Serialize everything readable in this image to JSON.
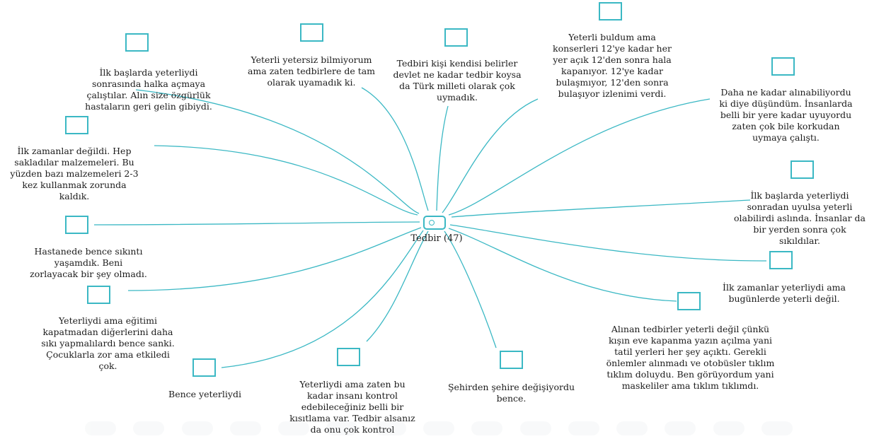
{
  "center": {
    "label": "Tedbir (47)",
    "icon": "tag-icon"
  },
  "colors": {
    "accent": "#3bb8c4",
    "text": "#1c1c1c"
  },
  "nodes": [
    {
      "id": "n1",
      "text": "İlk başlarda yeterliydi\nsonrasında halka açmaya\nçalıştılar. Alın size özgürlük\nhastaların geri gelin gibiydi."
    },
    {
      "id": "n2",
      "text": "Yeterli yetersiz bilmiyorum\nama zaten tedbirlere de tam\nolarak uyamadık ki."
    },
    {
      "id": "n3",
      "text": "Tedbiri kişi kendisi belirler\ndevlet ne kadar tedbir koysa\nda Türk milleti olarak çok\nuymadık."
    },
    {
      "id": "n4",
      "text": "Yeterli buldum ama\nkonserleri 12'ye kadar her\nyer açık 12'den sonra hala\nkapanıyor. 12'ye kadar\nbulaşmıyor, 12'den sonra\nbulaşıyor izlenimi verdi."
    },
    {
      "id": "n5",
      "text": "Daha ne kadar alınabiliyordu\nki diye düşündüm. İnsanlarda\nbelli bir yere kadar uyuyordu\nzaten çok bile korkudan\nuymaya çalıştı."
    },
    {
      "id": "n6",
      "text": "İlk zamanlar değildi. Hep\nsakladılar malzemeleri. Bu\nyüzden bazı malzemeleri 2-3\nkez kullanmak zorunda\nkaldık."
    },
    {
      "id": "n7",
      "text": "İlk başlarda yeterliydi\nsonradan uyulsa yeterli\nolabilirdi aslında. İnsanlar da\nbir yerden sonra çok\nsıkıldılar."
    },
    {
      "id": "n8",
      "text": "Hastanede bence sıkıntı\nyaşamdık. Beni\nzorlayacak bir şey olmadı."
    },
    {
      "id": "n9",
      "text": "İlk zamanlar yeterliydi ama\nbugünlerde yeterli değil."
    },
    {
      "id": "n10",
      "text": "Yeterliydi ama eğitimi\nkapatmadan diğerlerini daha\nsıkı yapmalılardı bence sanki.\nÇocuklarla zor ama etkiledi\nçok."
    },
    {
      "id": "n11",
      "text": "Alınan tedbirler yeterli değil çünkü\nkışın eve kapanma yazın açılma yani\ntatil yerleri her şey açıktı. Gerekli\nönlemler alınmadı ve otobüsler tıklım\ntıklım doluydu. Ben görüyordum yani\nmaskeliler ama tıklım tıklımdı."
    },
    {
      "id": "n12",
      "text": "Bence yeterliydi"
    },
    {
      "id": "n13",
      "text": "Yeterliydi ama zaten bu\nkadar insanı kontrol\nedebileceğiniz belli bir\nkısıtlama var. Tedbir alsanız\nda onu çok kontrol"
    },
    {
      "id": "n14",
      "text": "Şehirden şehire değişiyordu\nbence."
    }
  ]
}
